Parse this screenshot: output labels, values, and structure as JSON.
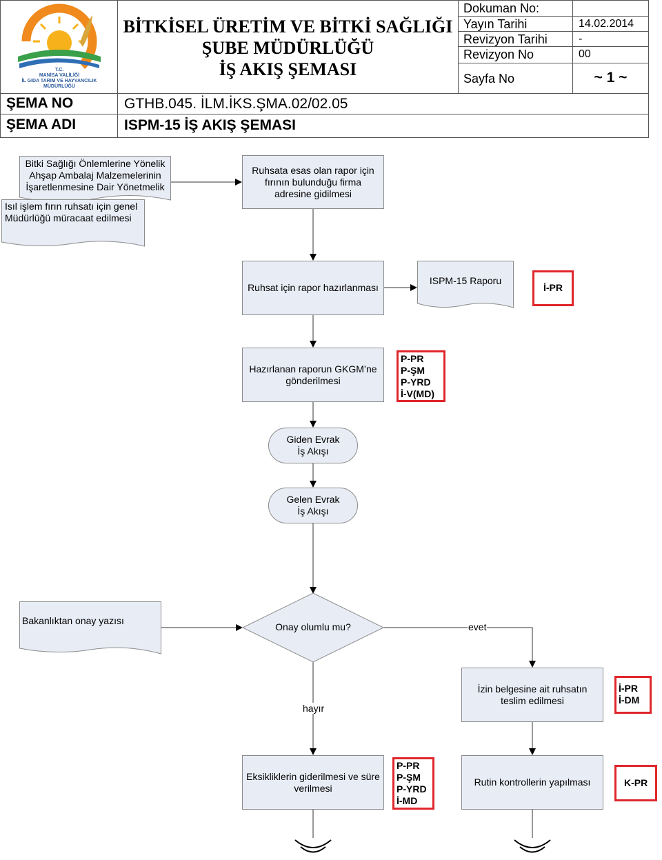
{
  "header": {
    "title_line1": "BİTKİSEL ÜRETİM VE BİTKİ SAĞLIĞI",
    "title_line2": "ŞUBE MÜDÜRLÜĞÜ",
    "title_line3": "İŞ AKIŞ ŞEMASI",
    "logo_text_1": "T.C.",
    "logo_text_2": "MANİSA VALİLİĞİ",
    "logo_text_3": "İL GIDA TARIM VE HAYVANCILIK",
    "logo_text_4": "MÜDÜRLÜĞÜ",
    "doc_no_label": "Dokuman No:",
    "doc_no_value": "",
    "pub_date_label": "Yayın Tarihi",
    "pub_date_value": "14.02.2014",
    "rev_date_label": "Revizyon Tarihi",
    "rev_date_value": "-",
    "rev_no_label": "Revizyon No",
    "rev_no_value": "00",
    "page_label": "Sayfa No",
    "page_value": "~ 1 ~",
    "schema_no_label": "ŞEMA NO",
    "schema_no_value": "GTHB.045. İLM.İKS.ŞMA.02/02.05",
    "schema_name_label": "ŞEMA ADI",
    "schema_name_value": "ISPM-15 İŞ AKIŞ ŞEMASI"
  },
  "flow": {
    "doc_regulation": "Bitki Sağlığı Önlemlerine Yönelik Ahşap Ambalaj Malzemelerinin İşaretlenmesine Dair Yönetmelik",
    "doc_application": "Isıl işlem fırın ruhsatı için genel Müdürlüğü müracaat edilmesi",
    "step_visit": "Ruhsata esas olan rapor için fırının bulunduğu firma adresine gidilmesi",
    "step_report": "Ruhsat için rapor hazırlanması",
    "doc_ispm_report": "ISPM-15 Raporu",
    "resp_report": [
      "İ-PR"
    ],
    "step_send": "Hazırlanan raporun GKGM’ne gönderilmesi",
    "resp_send": [
      "P-PR",
      "P-ŞM",
      "P-YRD",
      "İ-V(MD)"
    ],
    "term_outgoing_1": "Giden Evrak",
    "term_outgoing_2": "İş Akışı",
    "term_incoming_1": "Gelen Evrak",
    "term_incoming_2": "İş Akışı",
    "doc_approval": "Bakanlıktan onay yazısı",
    "decision": "Onay olumlu mu?",
    "label_yes": "evet",
    "label_no": "hayır",
    "step_deliver": "İzin belgesine ait ruhsatın teslim edilmesi",
    "resp_deliver": [
      "İ-PR",
      "İ-DM"
    ],
    "step_deficiency": "Eksikliklerin giderilmesi ve süre verilmesi",
    "resp_deficiency": [
      "P-PR",
      "P-ŞM",
      "P-YRD",
      "İ-MD"
    ],
    "step_routine": "Rutin kontrollerin yapılması",
    "resp_routine": [
      "K-PR"
    ]
  },
  "colors": {
    "box_fill": "#e8ecf5",
    "box_border": "#8c8c8c",
    "resp_border": "#e0262b",
    "arrow": "#000000"
  }
}
